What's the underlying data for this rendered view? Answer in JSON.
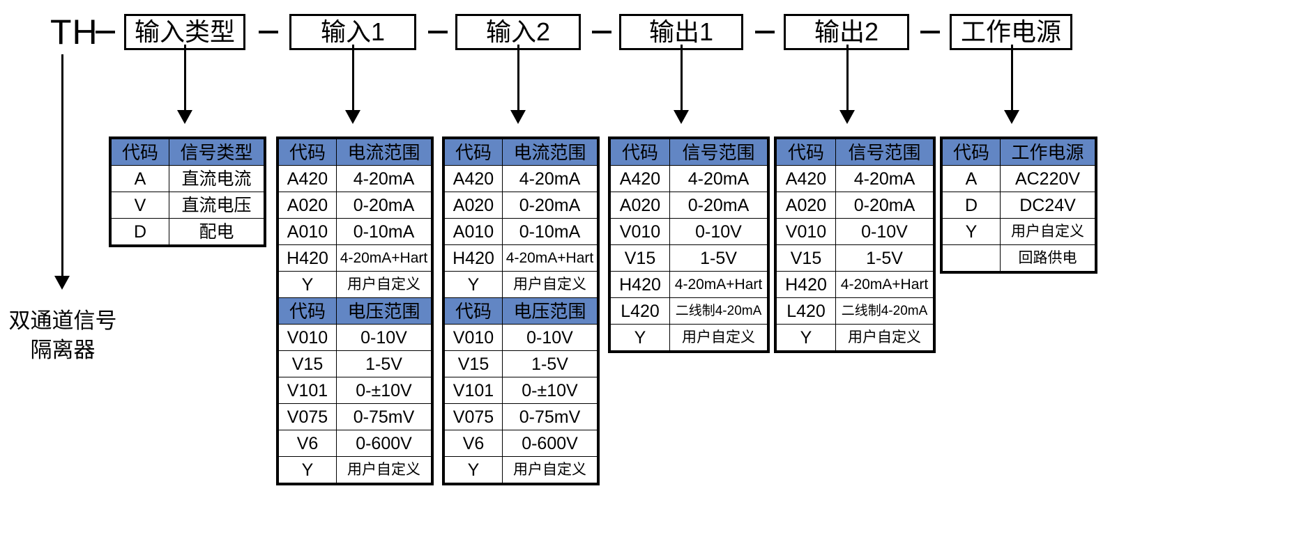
{
  "diagram": {
    "title_prefix": "TH",
    "separator": "—",
    "product_label_line1": "双通道信号",
    "product_label_line2": "隔离器",
    "header_blocks": [
      {
        "label": "输入类型"
      },
      {
        "label": "输入1"
      },
      {
        "label": "输入2"
      },
      {
        "label": "输出1"
      },
      {
        "label": "输出2"
      },
      {
        "label": "工作电源"
      }
    ],
    "colors": {
      "header_fill": "#6286c4",
      "border": "#000000",
      "background": "#ffffff"
    },
    "tables": [
      {
        "name": "input-type-table",
        "sections": [
          {
            "header": [
              "代码",
              "信号类型"
            ],
            "rows": [
              [
                "A",
                "直流电流"
              ],
              [
                "V",
                "直流电压"
              ],
              [
                "D",
                "配电"
              ]
            ]
          }
        ]
      },
      {
        "name": "input1-table",
        "sections": [
          {
            "header": [
              "代码",
              "电流范围"
            ],
            "rows": [
              [
                "A420",
                "4-20mA"
              ],
              [
                "A020",
                "0-20mA"
              ],
              [
                "A010",
                "0-10mA"
              ],
              [
                "H420",
                "4-20mA+Hart"
              ],
              [
                "Y",
                "用户自定义"
              ]
            ]
          },
          {
            "header": [
              "代码",
              "电压范围"
            ],
            "rows": [
              [
                "V010",
                "0-10V"
              ],
              [
                "V15",
                "1-5V"
              ],
              [
                "V101",
                "0-±10V"
              ],
              [
                "V075",
                "0-75mV"
              ],
              [
                "V6",
                "0-600V"
              ],
              [
                "Y",
                "用户自定义"
              ]
            ]
          }
        ]
      },
      {
        "name": "input2-table",
        "sections": [
          {
            "header": [
              "代码",
              "电流范围"
            ],
            "rows": [
              [
                "A420",
                "4-20mA"
              ],
              [
                "A020",
                "0-20mA"
              ],
              [
                "A010",
                "0-10mA"
              ],
              [
                "H420",
                "4-20mA+Hart"
              ],
              [
                "Y",
                "用户自定义"
              ]
            ]
          },
          {
            "header": [
              "代码",
              "电压范围"
            ],
            "rows": [
              [
                "V010",
                "0-10V"
              ],
              [
                "V15",
                "1-5V"
              ],
              [
                "V101",
                "0-±10V"
              ],
              [
                "V075",
                "0-75mV"
              ],
              [
                "V6",
                "0-600V"
              ],
              [
                "Y",
                "用户自定义"
              ]
            ]
          }
        ]
      },
      {
        "name": "output1-table",
        "sections": [
          {
            "header": [
              "代码",
              "信号范围"
            ],
            "rows": [
              [
                "A420",
                "4-20mA"
              ],
              [
                "A020",
                "0-20mA"
              ],
              [
                "V010",
                "0-10V"
              ],
              [
                "V15",
                "1-5V"
              ],
              [
                "H420",
                "4-20mA+Hart"
              ],
              [
                "L420",
                "二线制4-20mA"
              ],
              [
                "Y",
                "用户自定义"
              ]
            ]
          }
        ]
      },
      {
        "name": "output2-table",
        "sections": [
          {
            "header": [
              "代码",
              "信号范围"
            ],
            "rows": [
              [
                "A420",
                "4-20mA"
              ],
              [
                "A020",
                "0-20mA"
              ],
              [
                "V010",
                "0-10V"
              ],
              [
                "V15",
                "1-5V"
              ],
              [
                "H420",
                "4-20mA+Hart"
              ],
              [
                "L420",
                "二线制4-20mA"
              ],
              [
                "Y",
                "用户自定义"
              ]
            ]
          }
        ]
      },
      {
        "name": "power-supply-table",
        "sections": [
          {
            "header": [
              "代码",
              "工作电源"
            ],
            "rows": [
              [
                "A",
                "AC220V"
              ],
              [
                "D",
                "DC24V"
              ],
              [
                "Y",
                "用户自定义"
              ],
              [
                "",
                "回路供电"
              ]
            ]
          }
        ]
      }
    ]
  }
}
